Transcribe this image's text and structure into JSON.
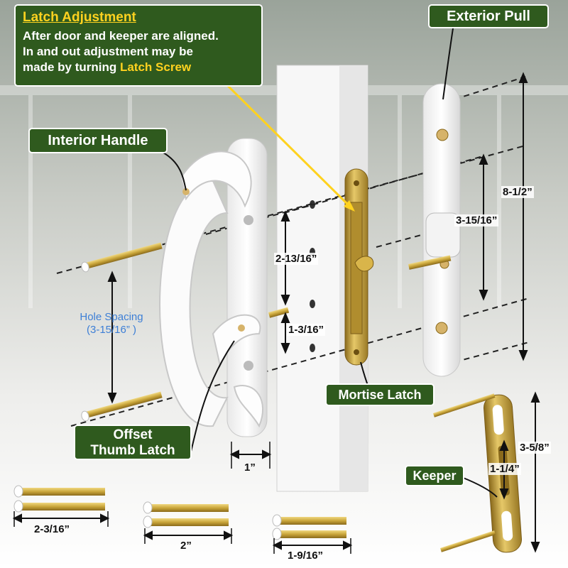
{
  "callouts": {
    "latch_adjustment": {
      "title": "Latch Adjustment",
      "line1": "After door and keeper are aligned.",
      "line2": "In and out adjustment may be",
      "line3_prefix": "made by turning ",
      "line3_highlight": "Latch Screw"
    },
    "exterior_pull": "Exterior Pull",
    "interior_handle": "Interior Handle",
    "offset_thumb_latch_line1": "Offset",
    "offset_thumb_latch_line2": "Thumb Latch",
    "mortise_latch": "Mortise Latch",
    "keeper": "Keeper"
  },
  "hole_spacing": {
    "line1": "Hole Spacing",
    "line2": "(3-15/16” )"
  },
  "dimensions": {
    "pull_length": "8-1/2”",
    "pull_hole_spacing": "3-15/16”",
    "door_upper_spacing": "2-13/16”",
    "door_lower_spacing": "1-3/16”",
    "door_thickness": "1”",
    "keeper_length": "3-5/8”",
    "keeper_slot": "1-1/4”",
    "screw_long": "2-3/16”",
    "screw_mid": "2”",
    "screw_short": "1-9/16”"
  },
  "colors": {
    "label_bg": "#2f5a1e",
    "highlight_text": "#ffd21f",
    "hole_spacing_text": "#3d7fd6",
    "brass": "#c9a53a"
  }
}
